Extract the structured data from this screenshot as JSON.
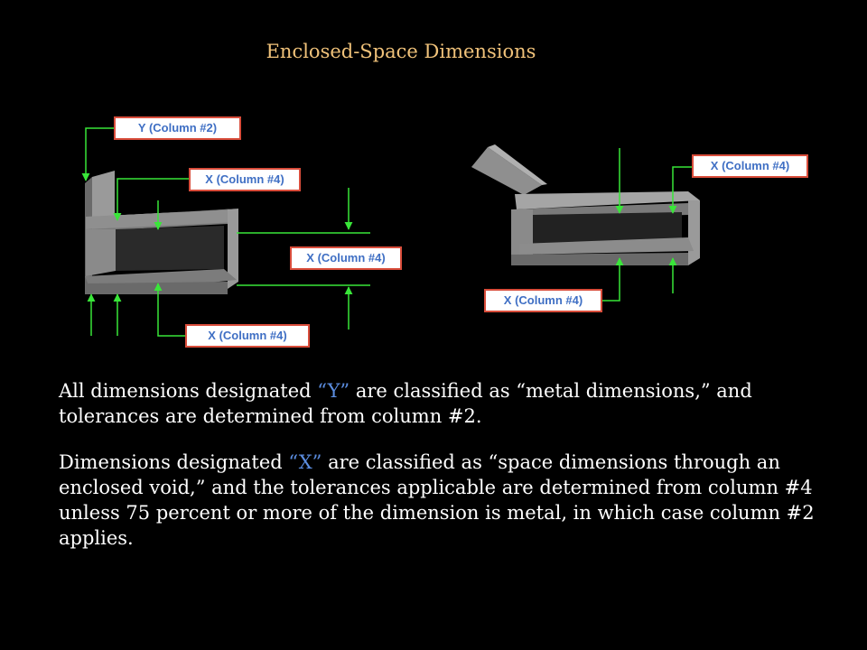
{
  "title": "Enclosed-Space Dimensions",
  "labels": {
    "y_col2": "Y (Column #2)",
    "x_col4_a": "X (Column #4)",
    "x_col4_b": "X (Column #4)",
    "x_col4_c": "X (Column #4)",
    "x_col4_d": "X (Column #4)",
    "x_col4_e": "X (Column #4)"
  },
  "paragraph1": {
    "before": "All dimensions designated ",
    "quoted": "“Y”",
    "after": " are classified as “metal dimensions,” and tolerances are determined from column #2."
  },
  "paragraph2": {
    "before": "Dimensions designated ",
    "quoted": "“X”",
    "after": " are classified as “space dimensions through an enclosed void,” and the tolerances applicable are determined  from column #4 unless 75 percent or more of the dimension is metal, in which case column #2 applies."
  },
  "colors": {
    "background": "#000000",
    "title": "#f0c27a",
    "label_text": "#3f6fc4",
    "label_border": "#d94d3b",
    "highlight": "#5b8de0",
    "arrow": "#39e639"
  }
}
